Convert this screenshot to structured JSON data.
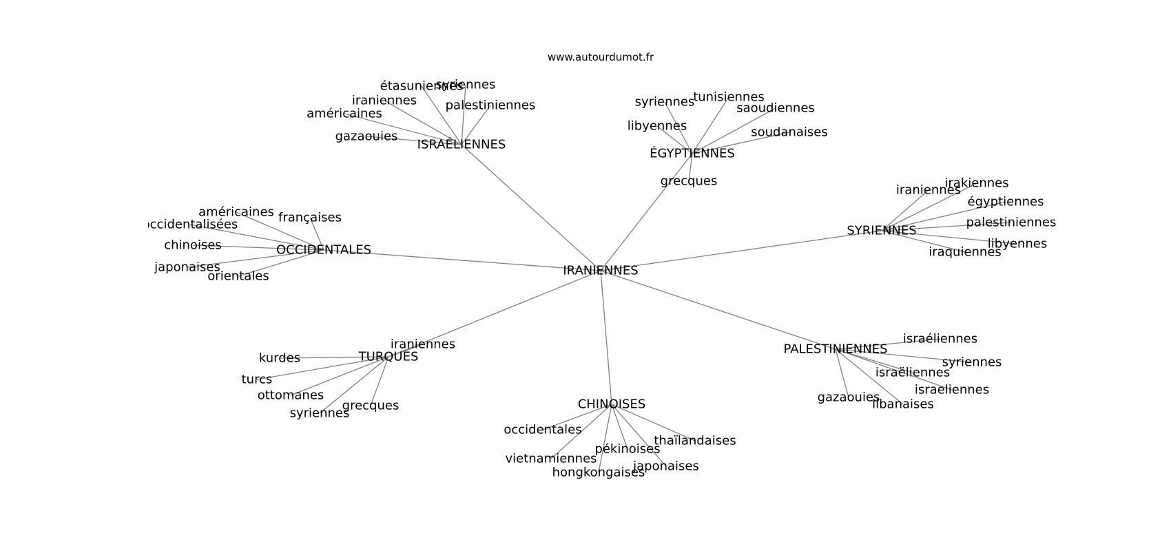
{
  "site": "www.autourdumot.fr",
  "center": "IRANIENNES",
  "colors": {
    "edge": "#808080",
    "text": "#000000",
    "background": "#ffffff"
  },
  "clusters": [
    {
      "hub": "ISRAÉLIENNES",
      "words": [
        "étasuniennes",
        "syriennes",
        "iraniennes",
        "palestiniennes",
        "américaines",
        "gazaouies"
      ]
    },
    {
      "hub": "ÉGYPTIENNES",
      "words": [
        "syriennes",
        "tunisiennes",
        "saoudiennes",
        "libyennes",
        "soudanaises",
        "grecques"
      ]
    },
    {
      "hub": "SYRIENNES",
      "words": [
        "iraniennes",
        "irakiennes",
        "égyptiennes",
        "palestiniennes",
        "libyennes",
        "iraquiennes"
      ]
    },
    {
      "hub": "OCCIDENTALES",
      "words": [
        "américaines",
        "françaises",
        "occidentalisées",
        "chinoises",
        "japonaises",
        "orientales"
      ]
    },
    {
      "hub": "TURQUES",
      "words": [
        "iraniennes",
        "kurdes",
        "turcs",
        "ottomanes",
        "grecques",
        "syriennes"
      ]
    },
    {
      "hub": "CHINOISES",
      "words": [
        "occidentales",
        "thaïlandaises",
        "pékinoises",
        "vietnamiennes",
        "japonaises",
        "hongkongaises"
      ]
    },
    {
      "hub": "PALESTINIENNES",
      "words": [
        "israéliennes",
        "syriennes",
        "israëliennes",
        "israeliennes",
        "gazaouies",
        "libanaises"
      ]
    }
  ]
}
